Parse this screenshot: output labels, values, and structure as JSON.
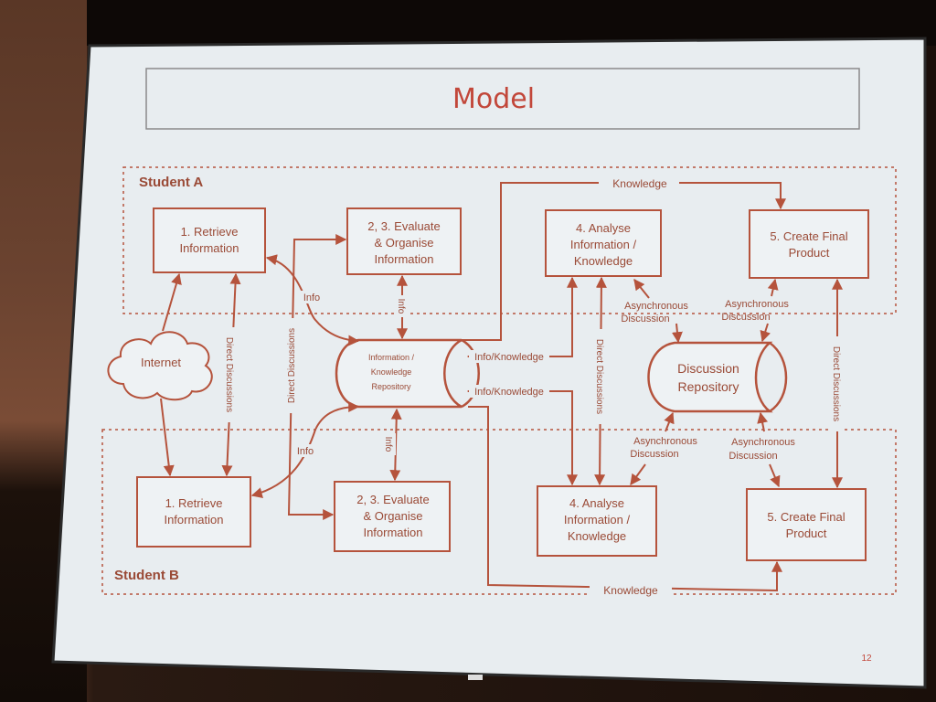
{
  "slide": {
    "title": "Model",
    "page_number": "12",
    "student_a_label": "Student A",
    "student_b_label": "Student B"
  },
  "colors": {
    "accent": "#b5533c",
    "text": "#9a4a36",
    "screen_bg": "#e9eef2"
  },
  "student_a": {
    "retrieve": [
      "1. Retrieve",
      "Information"
    ],
    "evaluate": [
      "2, 3. Evaluate",
      "& Organise",
      "Information"
    ],
    "analyse": [
      "4. Analyse",
      "Information /",
      "Knowledge"
    ],
    "create": [
      "5. Create Final",
      "Product"
    ]
  },
  "student_b": {
    "retrieve": [
      "1. Retrieve",
      "Information"
    ],
    "evaluate": [
      "2, 3. Evaluate",
      "& Organise",
      "Information"
    ],
    "analyse": [
      "4. Analyse",
      "Information /",
      "Knowledge"
    ],
    "create": [
      "5. Create Final",
      "Product"
    ]
  },
  "center": {
    "internet": "Internet",
    "repository": [
      "Information /",
      "Knowledge",
      "Repository"
    ],
    "discussion_repository": [
      "Discussion",
      "Repository"
    ]
  },
  "edge_labels": {
    "knowledge_top": "Knowledge",
    "knowledge_bottom": "Knowledge",
    "info_a": "Info",
    "info_b": "Info",
    "info_vert_a": "Info",
    "info_vert_b": "Info",
    "info_knowledge_1": "Info/Knowledge",
    "info_knowledge_2": "Info/Knowledge",
    "direct_discussions_1": "Direct Discussions",
    "direct_discussions_2": "Direct Discussions",
    "direct_discussions_3": "Direct Discussions",
    "direct_discussions_4": "Direct Discussions",
    "async_1": [
      "Asynchronous",
      "Discussion"
    ],
    "async_2": [
      "Asynchronous",
      "Discussion"
    ],
    "async_3": [
      "Asynchronous",
      "Discussion"
    ],
    "async_4": [
      "Asynchronous",
      "Discussion"
    ]
  }
}
